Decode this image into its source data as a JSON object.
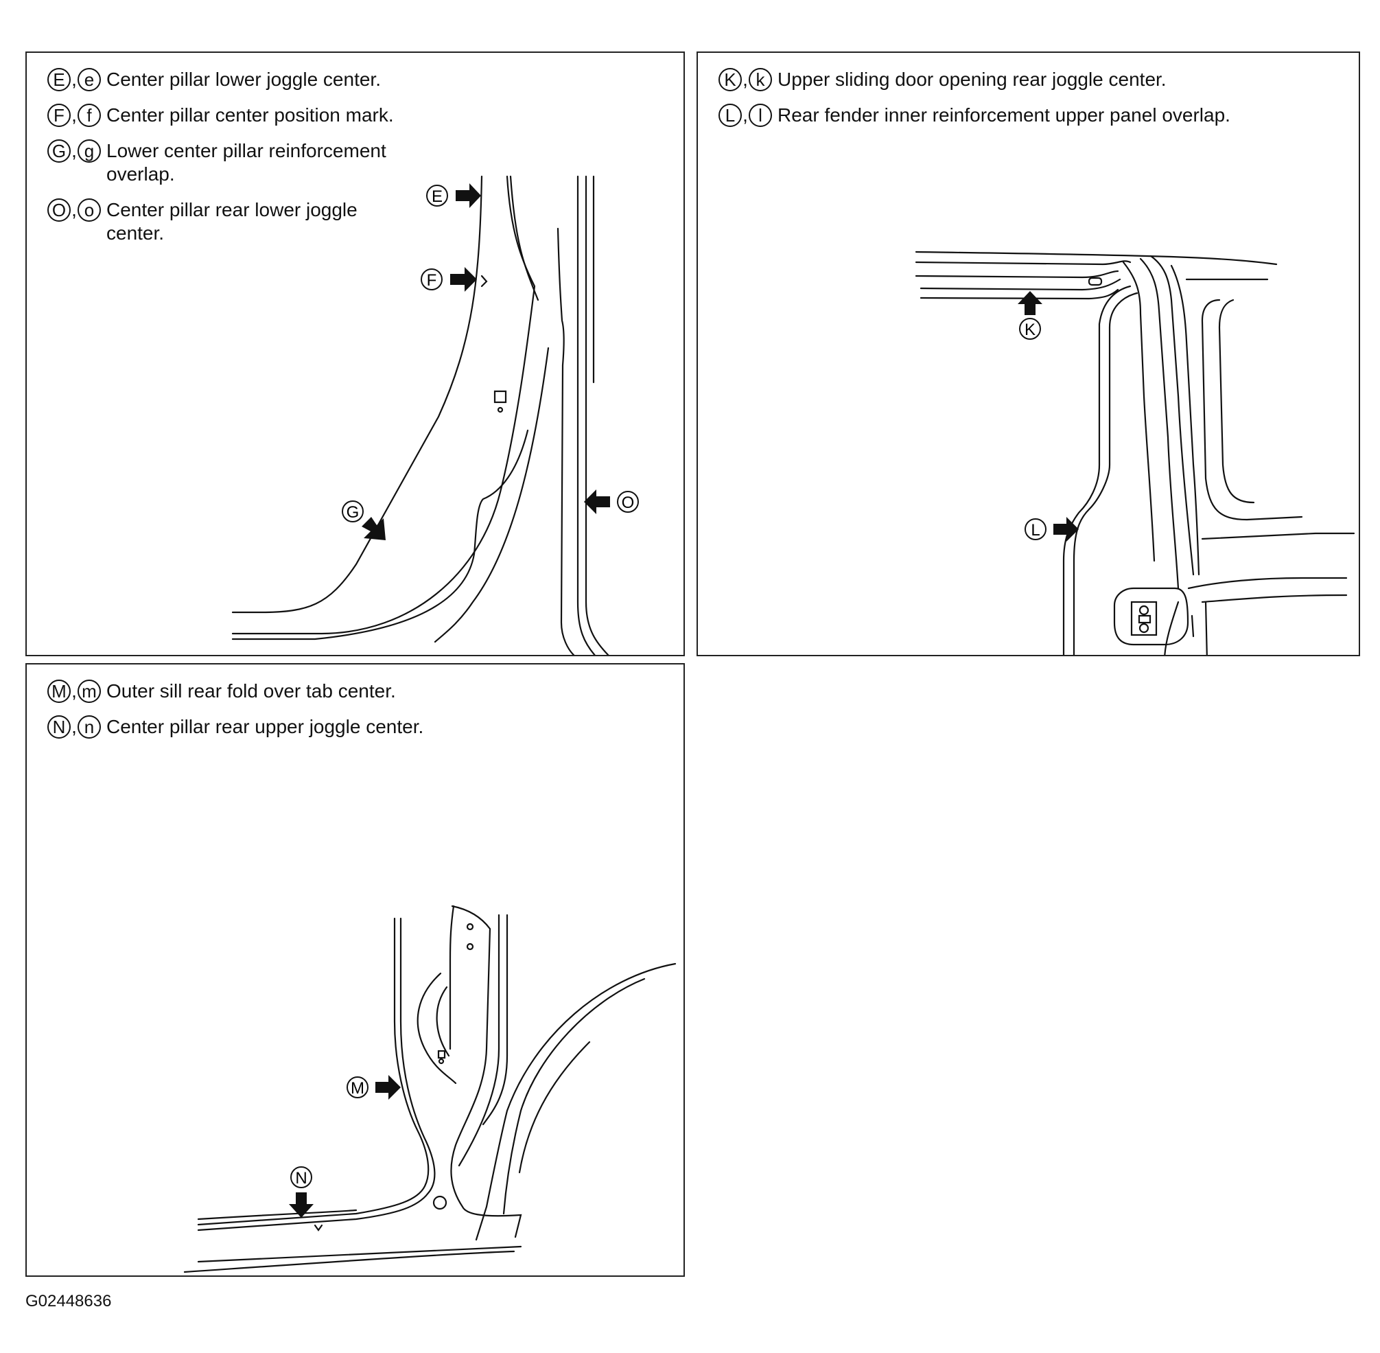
{
  "panels": {
    "a": {
      "legend": [
        {
          "upper": "E",
          "lower": "e",
          "text": "Center pillar lower joggle center."
        },
        {
          "upper": "F",
          "lower": "f",
          "text": "Center pillar center position mark."
        },
        {
          "upper": "G",
          "lower": "g",
          "text": "Lower center pillar reinforcement overlap."
        },
        {
          "upper": "O",
          "lower": "o",
          "text": "Center pillar rear lower joggle center."
        }
      ],
      "callouts": {
        "e": "E",
        "f": "F",
        "g": "G",
        "o": "O"
      }
    },
    "b": {
      "legend": [
        {
          "upper": "K",
          "lower": "k",
          "text": "Upper sliding door opening rear joggle center."
        },
        {
          "upper": "L",
          "lower": "l",
          "text": "Rear fender inner reinforcement upper panel overlap."
        }
      ],
      "callouts": {
        "k": "K",
        "l": "L"
      }
    },
    "c": {
      "legend": [
        {
          "upper": "M",
          "lower": "m",
          "text": "Outer sill rear fold over tab center."
        },
        {
          "upper": "N",
          "lower": "n",
          "text": "Center pillar rear upper joggle center."
        }
      ],
      "callouts": {
        "m": "M",
        "n": "N"
      }
    }
  },
  "figure_id": "G02448636",
  "separator": ","
}
